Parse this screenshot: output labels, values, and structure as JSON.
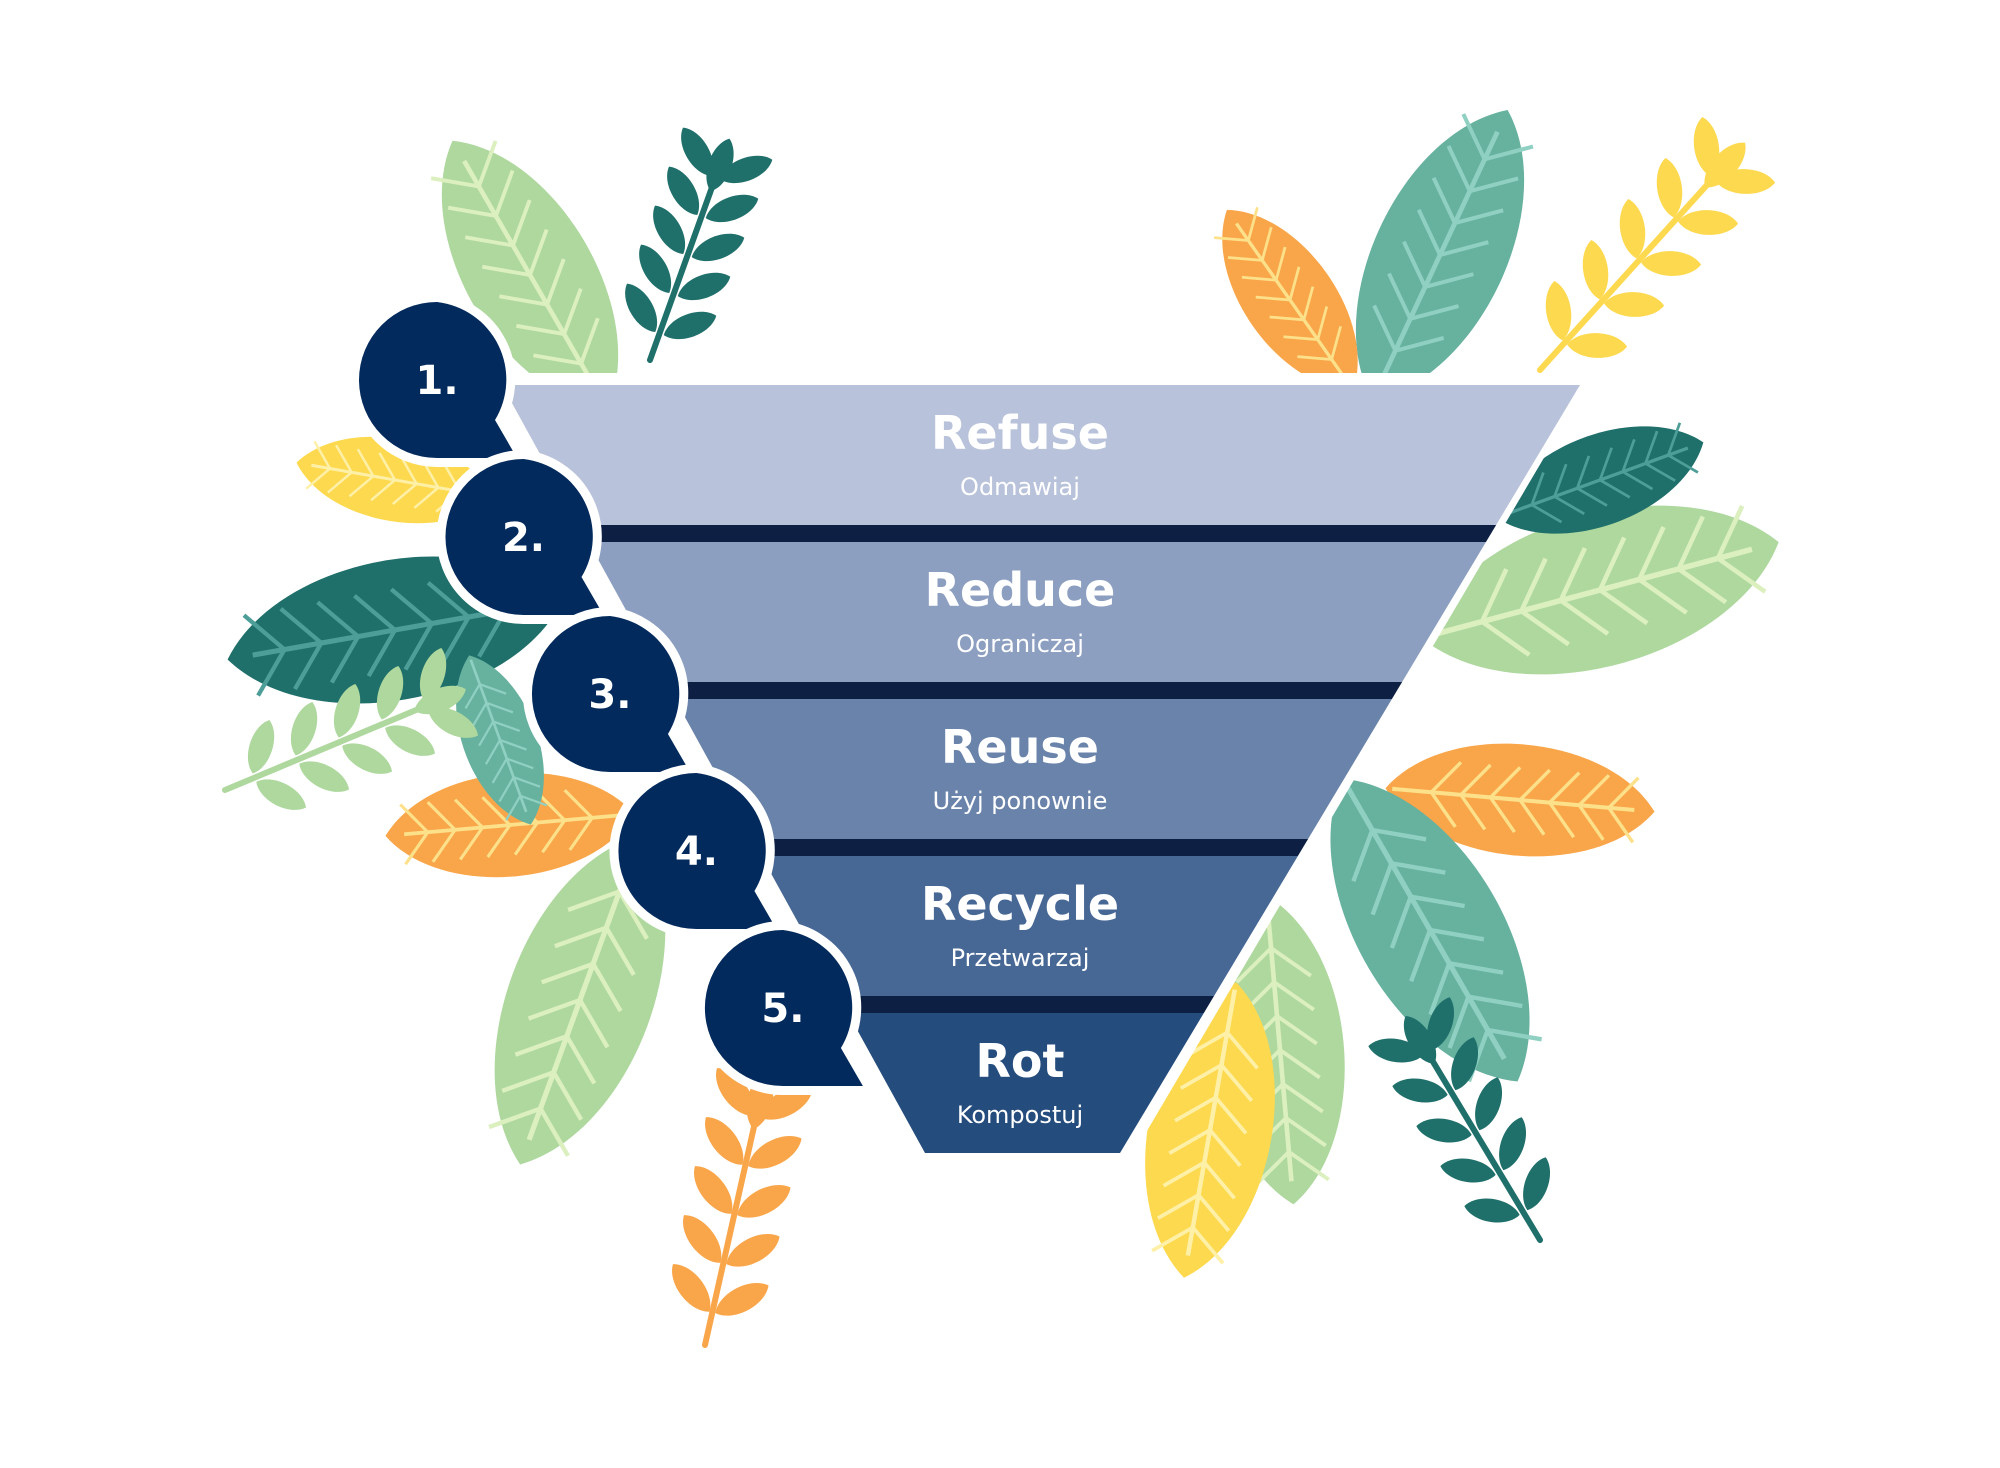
{
  "colors": {
    "bubble": "#032a5c",
    "separator": "#0d2044",
    "leaf_dark": "#1f6f6b",
    "leaf_teal": "#67b19f",
    "leaf_light": "#aed89e",
    "leaf_orange": "#f9a64a",
    "leaf_yellow": "#fdd94f"
  },
  "steps": [
    {
      "number": "1.",
      "title": "Refuse",
      "subtitle": "Odmawiaj",
      "color": "#b8c2da"
    },
    {
      "number": "2.",
      "title": "Reduce",
      "subtitle": "Ograniczaj",
      "color": "#8c9fc0"
    },
    {
      "number": "3.",
      "title": "Reuse",
      "subtitle": "Użyj ponownie",
      "color": "#6a83aa"
    },
    {
      "number": "4.",
      "title": "Recycle",
      "subtitle": "Przetwarzaj",
      "color": "#476895"
    },
    {
      "number": "5.",
      "title": "Rot",
      "subtitle": "Kompostuj",
      "color": "#244c7d"
    }
  ]
}
